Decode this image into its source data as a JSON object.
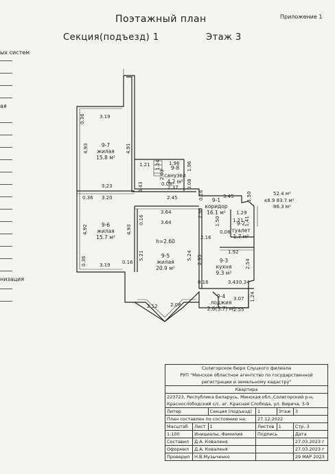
{
  "header": {
    "title": "Поэтажный план",
    "section": "Секция(подъезд)   1",
    "floor": "Этаж  3",
    "appendix": "Приложение  1"
  },
  "left_margin": {
    "text1": "ых систем",
    "text2": "ая",
    "text3": "низация"
  },
  "rooms": [
    {
      "id": "9-7",
      "type": "жилая",
      "area": "15.8 м²"
    },
    {
      "id": "9-8",
      "type": "санузел",
      "area": "4.2 м²"
    },
    {
      "id": "9-1",
      "type": "коридор",
      "area": "16.1 м²"
    },
    {
      "id": "9-6",
      "type": "жилая",
      "area": "15.7 м²"
    },
    {
      "id": "9-2",
      "type": "туалет",
      "area": "1.7 м²"
    },
    {
      "id": "9-5",
      "type": "жилая",
      "area": "20.9 м²"
    },
    {
      "id": "9-3",
      "type": "кухня",
      "area": "9.3 м²"
    },
    {
      "id": "9-4",
      "type": "лоджия",
      "area": "2.6(3.7) м²"
    }
  ],
  "height_label": "h=2.60",
  "totals": {
    "line1": "52.4 м²",
    "line2": "к8.9 83.7 м²",
    "line3": "86.3 м²"
  },
  "dims": {
    "d036a": "0.36",
    "d319a": "3.19",
    "d493": "4.93",
    "d491": "4.91",
    "d121": "1.21",
    "d124": "1.24",
    "d196a": "1.96",
    "d196b": "1.96",
    "d203": "2.03",
    "d237": "2.37",
    "d008a": "0.08",
    "d008b": "0.08",
    "d323": "3.23",
    "d343": "3.43",
    "d345": "3.45",
    "d150a": "1.50",
    "d036b": "0.36",
    "d320": "3.20",
    "d245": "2.45",
    "d016a": "0.16",
    "d364a": "3.64",
    "d298": "2.98",
    "d129": "1.29",
    "d016b": "0.16",
    "d364b": "3.64",
    "d121b": "1.21",
    "d141": "1.41",
    "d150b": "1.50",
    "d008c": "0.08",
    "d492": "4.92",
    "d493b": "4.93",
    "d216": "2.16",
    "d521": "5.21",
    "d524": "5.24",
    "d192": "1.92",
    "d254": "2.54",
    "d036c": "0.36",
    "d319b": "3.19",
    "d016c": "0.16",
    "d295": "2.95",
    "d034": "0.34",
    "d016d": "0.16",
    "d343b": "3.43",
    "d307": "3.07",
    "d124b": "1.24",
    "d212": "2.12",
    "d208": "2.08",
    "d255": "2.55"
  },
  "stamp": {
    "org1": "Солигорское бюро Слуцкого филиала",
    "org2": "РУП \"Минское областное агентство по государственной",
    "org3": "регистрации и земельному кадастру\"",
    "kind": "Квартира",
    "address1": "223723, Республика Беларусь, Минская обл.,Солигорский р-н,",
    "address2": "Краснослободский с/с, аг. Красная Слобода, ул. Вирича, 3-9",
    "liter_label": "Литер",
    "section_label": "Секция (подъезд)",
    "section_val": "1",
    "floor_label": "Этаж",
    "floor_val": "3",
    "plan_label": "План составлен по состоянию на:",
    "plan_date": "27.12.2022",
    "scale_label": "Масштаб",
    "sheet_label": "Лист",
    "sheet_val": "1",
    "sheets_label": "Листов",
    "sheets_val": "1",
    "page_label": "Стр.",
    "page_val": "3",
    "scale_val": "1:100",
    "col_init": "Инициалы, Фамилия",
    "col_sign": "Подпись",
    "col_date": "Дата",
    "r1_role": "Составил",
    "r1_name": "Д.А. Коваленя",
    "r1_date": "27.03.2023 г",
    "r2_role": "Оформил",
    "r2_name": "Д.А. Коваленя",
    "r2_date": "27.03.2023 г",
    "r3_role": "Проверил",
    "r3_name": "Н.В.Музыченко",
    "r3_date": "29 МАР 2023"
  }
}
